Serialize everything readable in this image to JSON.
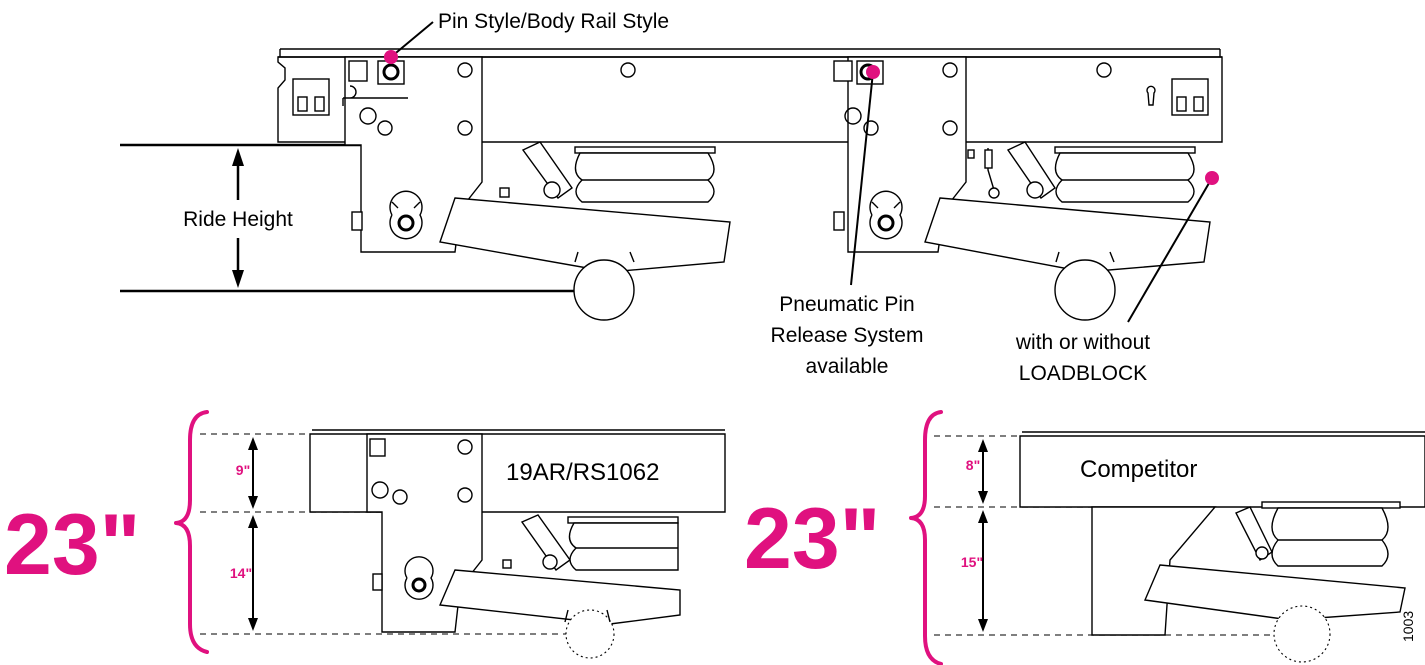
{
  "callouts": {
    "pin_style": "Pin Style/Body Rail Style",
    "ride_height": "Ride Height",
    "pneumatic_line1": "Pneumatic Pin",
    "pneumatic_line2": "Release System",
    "pneumatic_line3": "available",
    "loadblock_line1": "with or without",
    "loadblock_line2": "LOADBLOCK"
  },
  "comparison": {
    "left": {
      "total": "23\"",
      "upper": "9\"",
      "lower": "14\"",
      "model": "19AR/RS1062"
    },
    "right": {
      "total": "23\"",
      "upper": "8\"",
      "lower": "15\"",
      "model": "Competitor"
    }
  },
  "figure_code": "1003",
  "colors": {
    "accent": "#e0117f",
    "line": "#000000"
  }
}
